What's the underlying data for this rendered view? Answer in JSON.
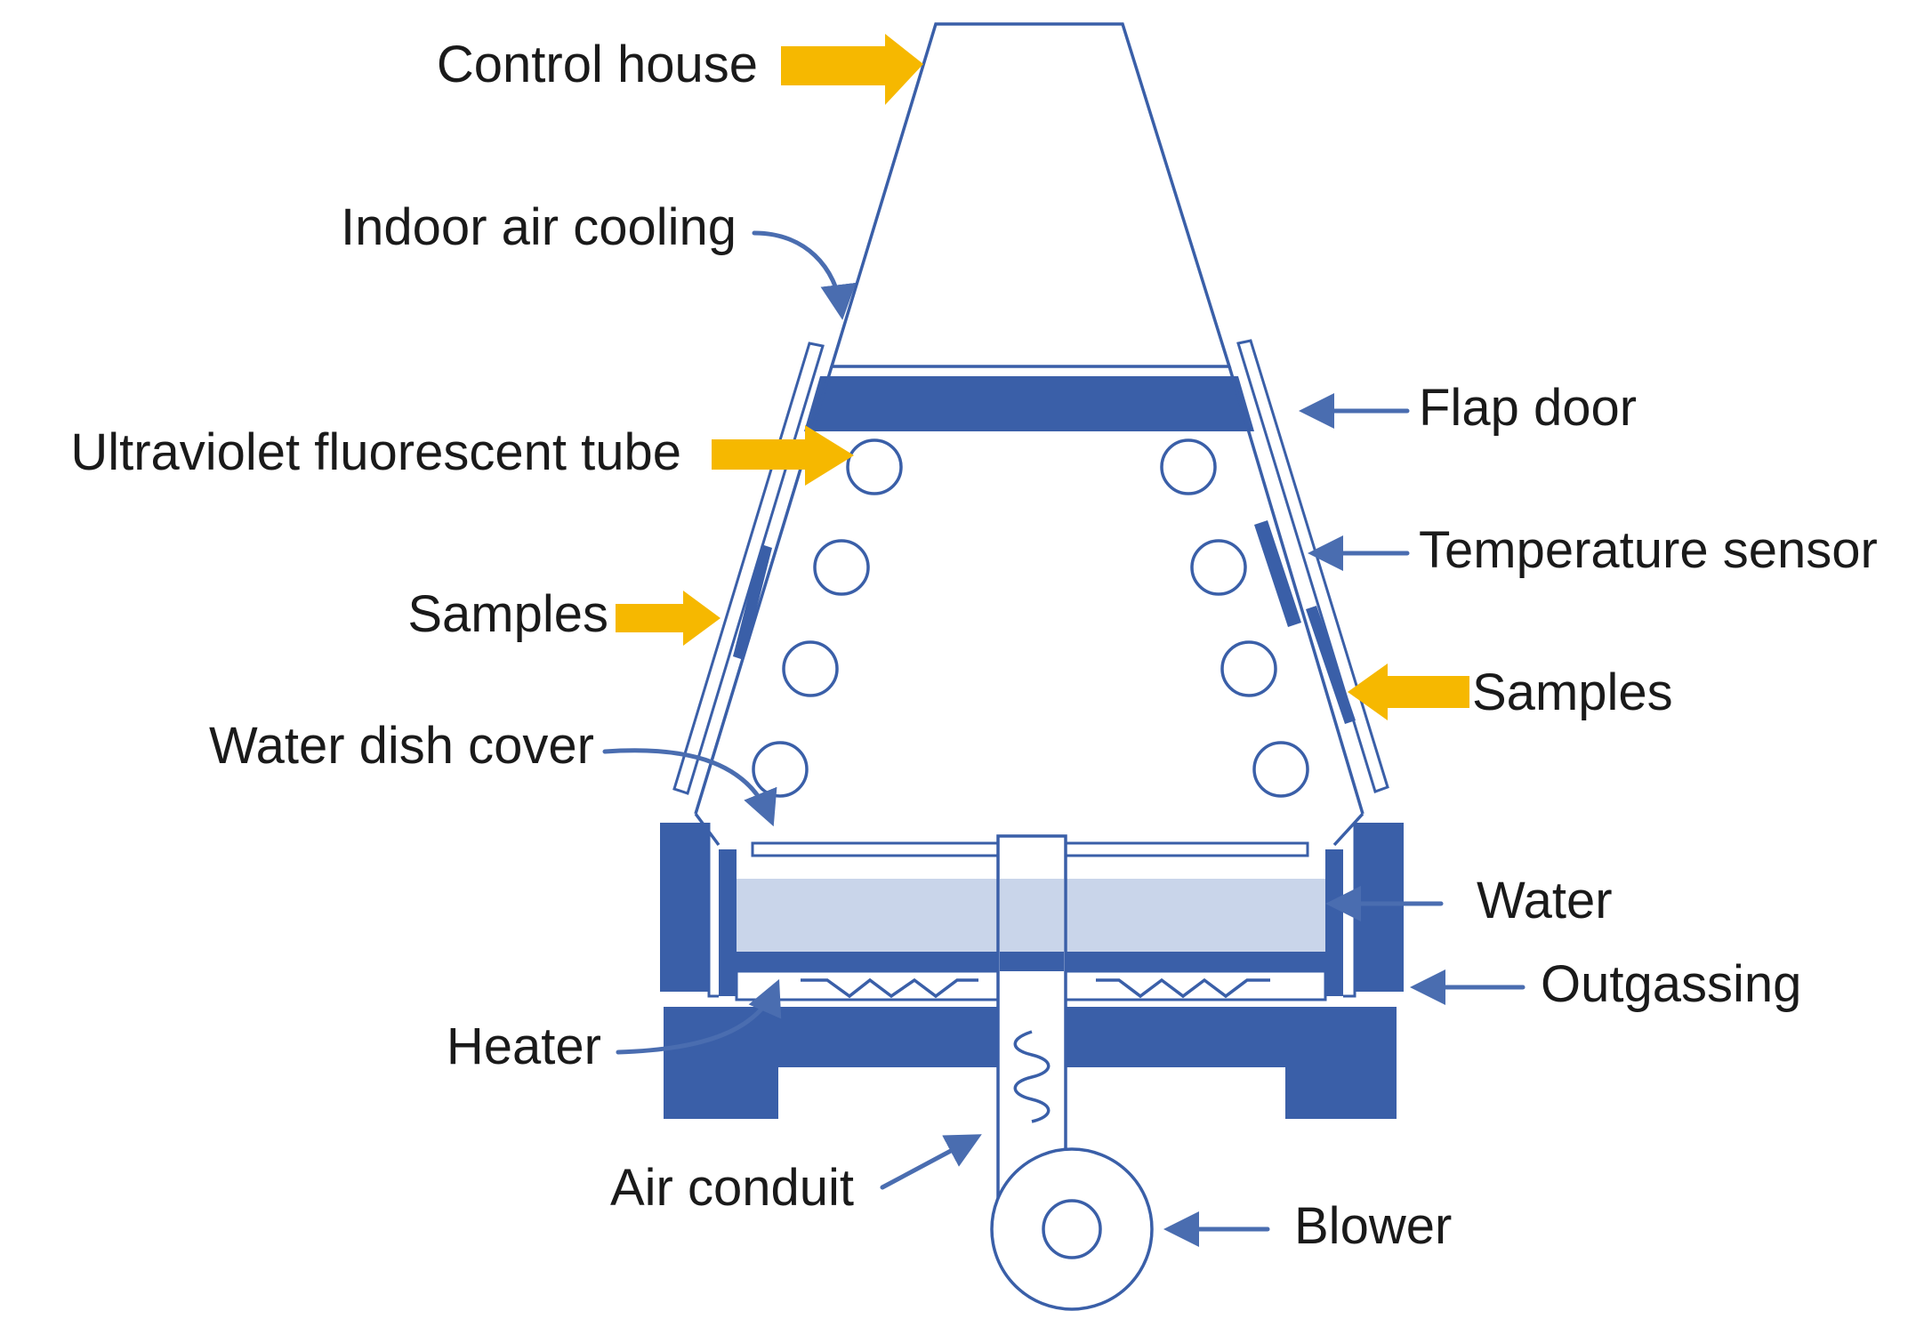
{
  "labels": {
    "control_house": "Control house",
    "indoor_air_cooling": "Indoor air cooling",
    "ultraviolet_tube": "Ultraviolet fluorescent tube",
    "samples_left": "Samples",
    "water_dish_cover": "Water dish cover",
    "heater": "Heater",
    "air_conduit": "Air conduit",
    "flap_door": "Flap door",
    "temperature_sensor": "Temperature sensor",
    "samples_right": "Samples",
    "water": "Water",
    "outgassing": "Outgassing",
    "blower": "Blower"
  },
  "colors": {
    "structure": "#3a5fa8",
    "pointer_arrow": "#4a6db0",
    "highlight_arrow": "#f6b800",
    "water_fill": "#c9d5ea",
    "text": "#1a1a1a"
  }
}
